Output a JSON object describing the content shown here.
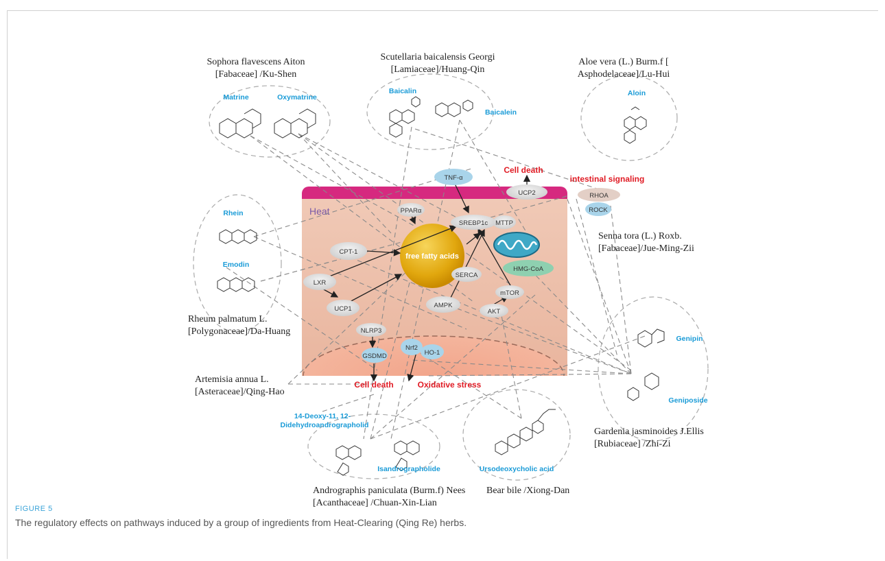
{
  "figure": {
    "label": "FIGURE 5",
    "caption": "The regulatory effects on pathways induced by a group of ingredients from Heat-Clearing (Qing Re) herbs."
  },
  "herbs": {
    "sophora": [
      "Sophora flavescens Aiton",
      "[Fabaceae] /Ku-Shen"
    ],
    "scutellaria": [
      "Scutellaria baicalensis Georgi",
      "[Lamiaceae]/Huang-Qin"
    ],
    "aloe": [
      "Aloe vera (L.) Burm.f [",
      "Asphodelaceae]/Lu-Hui"
    ],
    "senna": [
      "Senna tora (L.) Roxb.",
      "[Fabaceae]/Jue-Ming-Zii"
    ],
    "rheum": [
      "Rheum palmatum L.",
      "[Polygonaceae]/Da-Huang"
    ],
    "artemisia": [
      "Artemisia annua L.",
      "[Asteraceae]/Qing-Hao"
    ],
    "gardenia": [
      "Gardenia jasminoides J.Ellis",
      "[Rubiaceae] /Zhi-Zi"
    ],
    "andrographis": [
      "Andrographis paniculata (Burm.f) Nees",
      "[Acanthaceae] /Chuan-Xin-Lian"
    ],
    "bear": [
      "Bear bile /Xiong-Dan"
    ]
  },
  "compounds": {
    "matrine": "Matrine",
    "oxymatrine": "Oxymatrine",
    "baicalin": "Baicalin",
    "baicalein": "Baicalein",
    "aloin": "Aloin",
    "rhein": "Rhein",
    "emodin": "Emodin",
    "genipin": "Genipin",
    "geniposide": "Geniposide",
    "deoxy": [
      "14-Deoxy-11, 12-",
      "Didehydroandrographolid"
    ],
    "isandro": "Isandrographolide",
    "udca": "Ursodeoxycholic acid"
  },
  "cell": {
    "heat_label": "Heat",
    "ffa_label": "free fatty acids",
    "nodes": {
      "tnf": "TNF-α",
      "ucp2": "UCP2",
      "rhoa": "RHOA",
      "rock": "ROCK",
      "ppar": "PPARα",
      "srebp": "SREBP1c",
      "mttp": "MTTP",
      "cpt1": "CPT-1",
      "lxr": "LXR",
      "ucp1": "UCP1",
      "serca": "SERCA",
      "hmgcoa": "HMG-CoA",
      "mtor": "mTOR",
      "ampk": "AMPK",
      "akt": "AKT",
      "nlrp3": "NLRP3",
      "gsdmd": "GSDMD",
      "nrf2": "Nrf2",
      "ho1": "HO-1"
    }
  },
  "outcomes": {
    "cell_death_top": "Cell death",
    "intestinal": "intestinal signaling",
    "cell_death_bottom": "Cell death",
    "oxidative": "Oxidative stress"
  },
  "colors": {
    "compound_blue": "#1a9bd7",
    "outcome_red": "#e01b24",
    "membrane_magenta": "#d6297f",
    "cytoplasm": "#eec1ad",
    "node_blue": "#a9d4ea",
    "ffa_gold": "#e1a70e"
  }
}
